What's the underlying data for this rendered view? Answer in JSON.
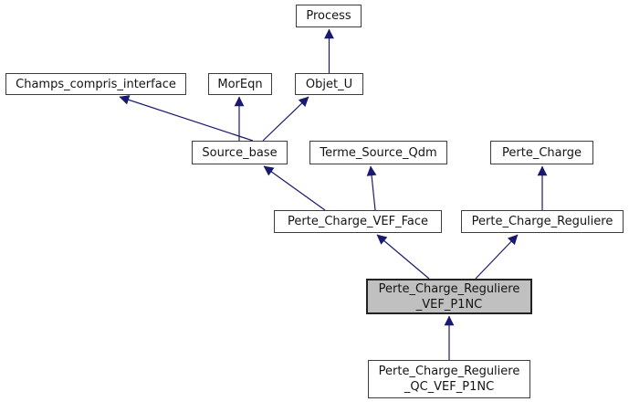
{
  "diagram": {
    "type": "class-inheritance-graph",
    "colors": {
      "background": "#ffffff",
      "edge": "#191970",
      "node_border": "#3d3d3d",
      "node_fill": "#ffffff",
      "current_node_fill": "#c0c0c0",
      "text": "#141414"
    },
    "nodes": {
      "process": {
        "label": "Process"
      },
      "champs_compris_interface": {
        "label": "Champs_compris_interface"
      },
      "moreqn": {
        "label": "MorEqn"
      },
      "objet_u": {
        "label": "Objet_U"
      },
      "source_base": {
        "label": "Source_base"
      },
      "terme_source_qdm": {
        "label": "Terme_Source_Qdm"
      },
      "perte_charge": {
        "label": "Perte_Charge"
      },
      "perte_charge_vef_face": {
        "label": "Perte_Charge_VEF_Face"
      },
      "perte_charge_reguliere": {
        "label": "Perte_Charge_Reguliere"
      },
      "perte_charge_reguliere_vef_p1nc": {
        "line1": "Perte_Charge_Reguliere",
        "line2": "_VEF_P1NC",
        "highlighted": true
      },
      "perte_charge_reguliere_qc_vef_p1nc": {
        "line1": "Perte_Charge_Reguliere",
        "line2": "_QC_VEF_P1NC"
      }
    },
    "inheritance_edges": [
      {
        "child": "Objet_U",
        "parent": "Process"
      },
      {
        "child": "Source_base",
        "parent": "Champs_compris_interface"
      },
      {
        "child": "Source_base",
        "parent": "MorEqn"
      },
      {
        "child": "Source_base",
        "parent": "Objet_U"
      },
      {
        "child": "Perte_Charge_VEF_Face",
        "parent": "Source_base"
      },
      {
        "child": "Perte_Charge_VEF_Face",
        "parent": "Terme_Source_Qdm"
      },
      {
        "child": "Perte_Charge_Reguliere",
        "parent": "Perte_Charge"
      },
      {
        "child": "Perte_Charge_Reguliere_VEF_P1NC",
        "parent": "Perte_Charge_VEF_Face"
      },
      {
        "child": "Perte_Charge_Reguliere_VEF_P1NC",
        "parent": "Perte_Charge_Reguliere"
      },
      {
        "child": "Perte_Charge_Reguliere_QC_VEF_P1NC",
        "parent": "Perte_Charge_Reguliere_VEF_P1NC"
      }
    ]
  }
}
